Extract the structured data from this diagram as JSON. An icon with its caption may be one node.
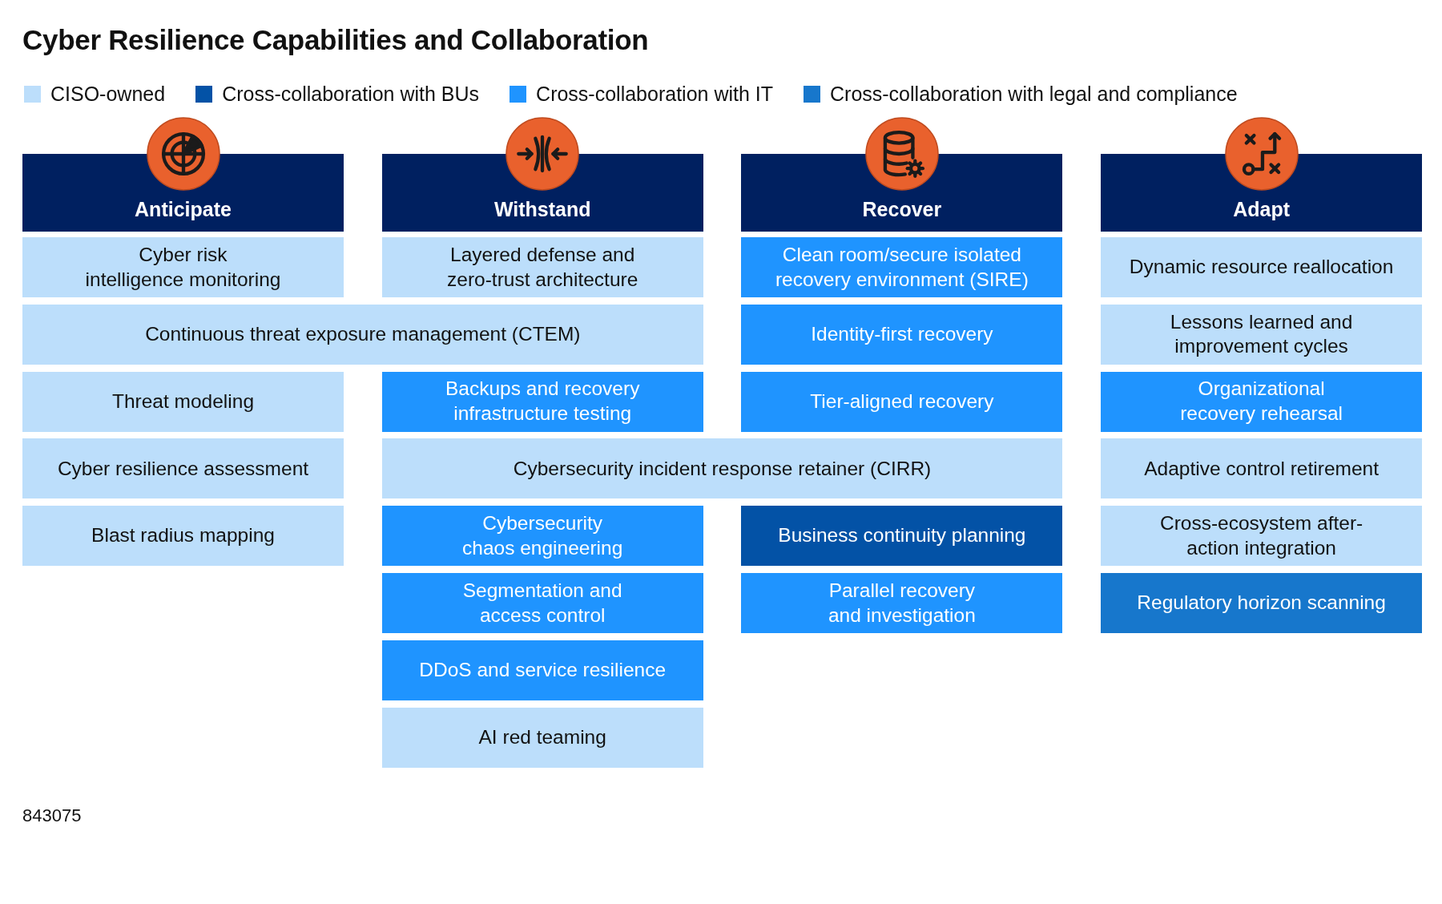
{
  "diagram": {
    "title": "Cyber Resilience Capabilities and Collaboration",
    "legend": [
      {
        "text": "CISO-owned",
        "color": "#bcdefb"
      },
      {
        "text": "Cross-collaboration with BUs",
        "color": "#0352a6"
      },
      {
        "text": "Cross-collaboration with IT",
        "color": "#1f94ff"
      },
      {
        "text": "Cross-collaboration with legal and compliance",
        "color": "#1777cc"
      }
    ],
    "nodes": [
      {
        "text": [
          "Anticipate"
        ]
      },
      {
        "text": [
          "Withstand"
        ]
      },
      {
        "text": [
          "Recover"
        ]
      },
      {
        "text": [
          "Adapt"
        ]
      },
      {
        "text": [
          "Cyber risk intelligence monitoring"
        ]
      },
      {
        "text": [
          "Layered defense and zero-trust architecture"
        ]
      },
      {
        "text": [
          "Clean room/secure isolated recovery environment (SIRE)"
        ]
      },
      {
        "text": [
          "Dynamic resource reallocation"
        ]
      },
      {
        "text": [
          "Continuous threat exposure management (CTEM)"
        ]
      },
      {
        "text": [
          "Identity-first recovery"
        ]
      },
      {
        "text": [
          "Lessons learned and improvement cycles"
        ]
      },
      {
        "text": [
          "Threat modeling"
        ]
      },
      {
        "text": [
          "Backups and recovery infrastructure testing"
        ]
      },
      {
        "text": [
          "Tier-aligned recovery"
        ]
      },
      {
        "text": [
          "Organizational recovery rehearsal"
        ]
      },
      {
        "text": [
          "Cyber resilience assessment"
        ]
      },
      {
        "text": [
          "Cybersecurity incident response retainer (CIRR)"
        ]
      },
      {
        "text": [
          "Adaptive control retirement"
        ]
      },
      {
        "text": [
          "Blast radius mapping"
        ]
      },
      {
        "text": [
          "Cybersecurity chaos engineering"
        ]
      },
      {
        "text": [
          "Business continuity planning"
        ]
      },
      {
        "text": [
          "Cross-ecosystem after-action integration"
        ]
      },
      {
        "text": [
          "Segmentation and access control"
        ]
      },
      {
        "text": [
          "Parallel recovery and investigation"
        ]
      },
      {
        "text": [
          "Regulatory horizon scanning"
        ]
      },
      {
        "text": [
          "DDoS and service resilience"
        ]
      },
      {
        "text": [
          "AI red teaming"
        ]
      }
    ],
    "labels": [
      "843075"
    ]
  }
}
